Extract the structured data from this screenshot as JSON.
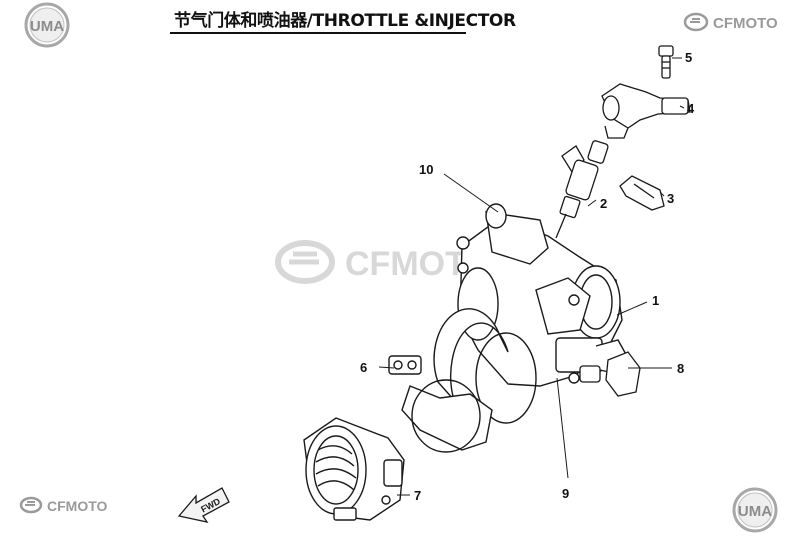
{
  "header": {
    "title": "节气门体和喷油器/THROTTLE &INJECTOR"
  },
  "logos": {
    "uma_top_left": "UMA",
    "cfmoto_top_right": "CFMOTO",
    "cfmoto_watermark": "CFMOTO",
    "cfmoto_bottom_left": "CFMOTO",
    "uma_bottom_right": "UMA"
  },
  "fwd_label": "FWD",
  "callouts": [
    "1",
    "2",
    "3",
    "4",
    "5",
    "6",
    "7",
    "8",
    "9",
    "10"
  ],
  "colors": {
    "line": "#1a1a1a",
    "watermark": "#cfcfcf",
    "logo_grey": "#9a9a9a"
  }
}
